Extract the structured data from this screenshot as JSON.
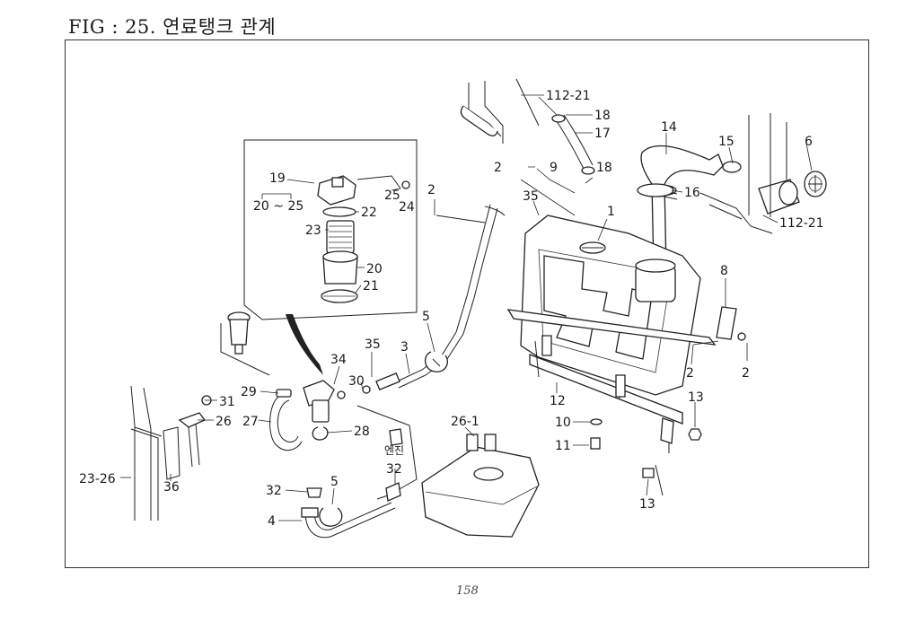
{
  "page": {
    "title": "FIG : 25. 연료탱크 관계",
    "page_number": "158"
  },
  "callouts": {
    "c_112_21_top": "112-21",
    "c_18_top": "18",
    "c_17": "17",
    "c_14": "14",
    "c_15": "15",
    "c_6": "6",
    "c_2_mid": "2",
    "c_9": "9",
    "c_18_mid": "18",
    "c_16": "16",
    "c_112_21_right": "112-21",
    "c_2_left": "2",
    "c_35_mid": "35",
    "c_1": "1",
    "c_19": "19",
    "c_20_25": "20 ~ 25",
    "c_22": "22",
    "c_25": "25",
    "c_24": "24",
    "c_23": "23",
    "c_20": "20",
    "c_21": "21",
    "c_8": "8",
    "c_5_top": "5",
    "c_35_low": "35",
    "c_3": "3",
    "c_34": "34",
    "c_30": "30",
    "c_29": "29",
    "c_31": "31",
    "c_26": "26",
    "c_27": "27",
    "c_28": "28",
    "c_engine": "엔진",
    "c_32_right": "32",
    "c_2_r1": "2",
    "c_2_r2": "2",
    "c_12": "12",
    "c_13_top": "13",
    "c_10": "10",
    "c_11": "11",
    "c_26_1": "26-1",
    "c_23_26": "23-26",
    "c_36": "36",
    "c_32_left": "32",
    "c_5_low": "5",
    "c_4": "4",
    "c_13_low": "13"
  }
}
